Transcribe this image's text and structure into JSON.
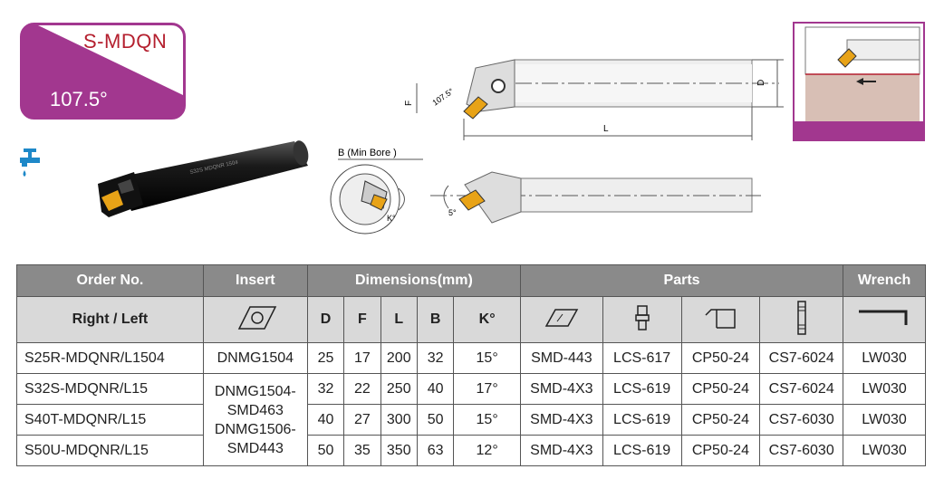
{
  "badge": {
    "series": "S-MDQN",
    "angle": "107.5°"
  },
  "drawing": {
    "dim_D": "D",
    "dim_F": "F",
    "dim_L": "L",
    "approach_angle": "107.5°",
    "min_bore_label": "B (Min Bore )",
    "k_angle": "K°",
    "five_deg": "5°",
    "tool_engraving": "S32S MDQNR 1504"
  },
  "icons": {
    "coolant": "water-tap-icon"
  },
  "table": {
    "headers": {
      "order_no": "Order No.",
      "insert": "Insert",
      "dimensions": "Dimensions(mm)",
      "parts": "Parts",
      "wrench": "Wrench"
    },
    "sub": {
      "right_left": "Right / Left",
      "D": "D",
      "F": "F",
      "L": "L",
      "B": "B",
      "K": "K°"
    },
    "rows": [
      {
        "order": "S25R-MDQNR/L1504",
        "D": "25",
        "F": "17",
        "L": "200",
        "B": "32",
        "K": "15°",
        "seat": "SMD-443",
        "lever": "LCS-617",
        "clamp": "CP50-24",
        "screw": "CS7-6024",
        "wrench": "LW030"
      },
      {
        "order": "S32S-MDQNR/L15",
        "D": "32",
        "F": "22",
        "L": "250",
        "B": "40",
        "K": "17°",
        "seat": "SMD-4X3",
        "lever": "LCS-619",
        "clamp": "CP50-24",
        "screw": "CS7-6024",
        "wrench": "LW030"
      },
      {
        "order": "S40T-MDQNR/L15",
        "D": "40",
        "F": "27",
        "L": "300",
        "B": "50",
        "K": "15°",
        "seat": "SMD-4X3",
        "lever": "LCS-619",
        "clamp": "CP50-24",
        "screw": "CS7-6030",
        "wrench": "LW030"
      },
      {
        "order": "S50U-MDQNR/L15",
        "D": "50",
        "F": "35",
        "L": "350",
        "B": "63",
        "K": "12°",
        "seat": "SMD-4X3",
        "lever": "LCS-619",
        "clamp": "CP50-24",
        "screw": "CS7-6030",
        "wrench": "LW030"
      }
    ],
    "insert_first": "DNMG1504",
    "insert_group": [
      "DNMG1504-",
      "SMD463",
      "DNMG1506-",
      "SMD443"
    ]
  },
  "colors": {
    "brand_purple": "#a2378f",
    "badge_red": "#b41f2e",
    "header_gray": "#8a8a8a",
    "subheader_gray": "#d9d9d9",
    "insert_gold": "#e8a317"
  }
}
